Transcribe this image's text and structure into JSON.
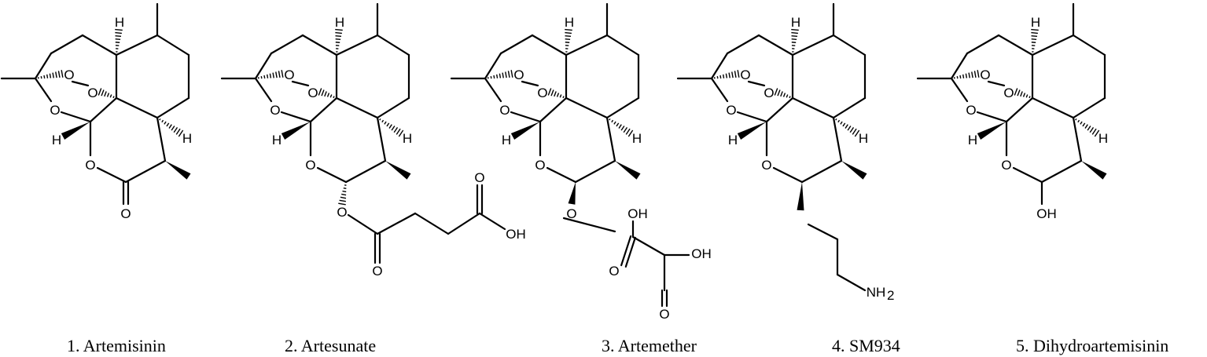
{
  "compounds": [
    {
      "id": "artemisinin",
      "caption": "1. Artemisinin",
      "tail": "lactone"
    },
    {
      "id": "artesunate",
      "caption": "2. Artesunate",
      "tail": "ester-acid"
    },
    {
      "id": "artemether",
      "caption": "3. Artemether",
      "tail": "methoxy"
    },
    {
      "id": "sm934",
      "caption": "4. SM934",
      "tail": "aminoethoxy-oxalate"
    },
    {
      "id": "dihydroartemisinin",
      "caption": "5. Dihydroartemisinin",
      "tail": "hydroxy"
    }
  ],
  "atom_labels": {
    "oxygen": "O",
    "hydrogen": "H",
    "hydroxyl": "OH",
    "amine": "NH",
    "amine_subscript": "2"
  }
}
